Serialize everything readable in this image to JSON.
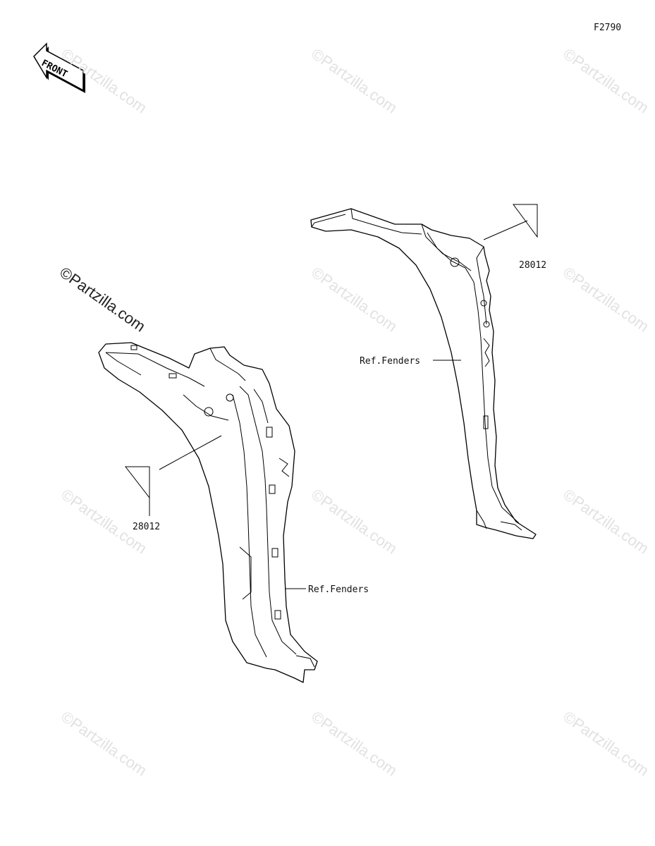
{
  "diagram_code": "F2790",
  "front_arrow": {
    "label": "FRONT",
    "icon": "front-direction-arrow-icon"
  },
  "watermark": {
    "text": "©Partzilla.com"
  },
  "callouts": [
    {
      "id": "left-label",
      "part_number": "28012",
      "icon": "label-triangle-icon"
    },
    {
      "id": "right-label",
      "part_number": "28012",
      "icon": "label-triangle-icon"
    }
  ],
  "references": [
    {
      "id": "right-fender-ref",
      "text": "Ref.Fenders"
    },
    {
      "id": "left-fender-ref",
      "text": "Ref.Fenders"
    }
  ]
}
